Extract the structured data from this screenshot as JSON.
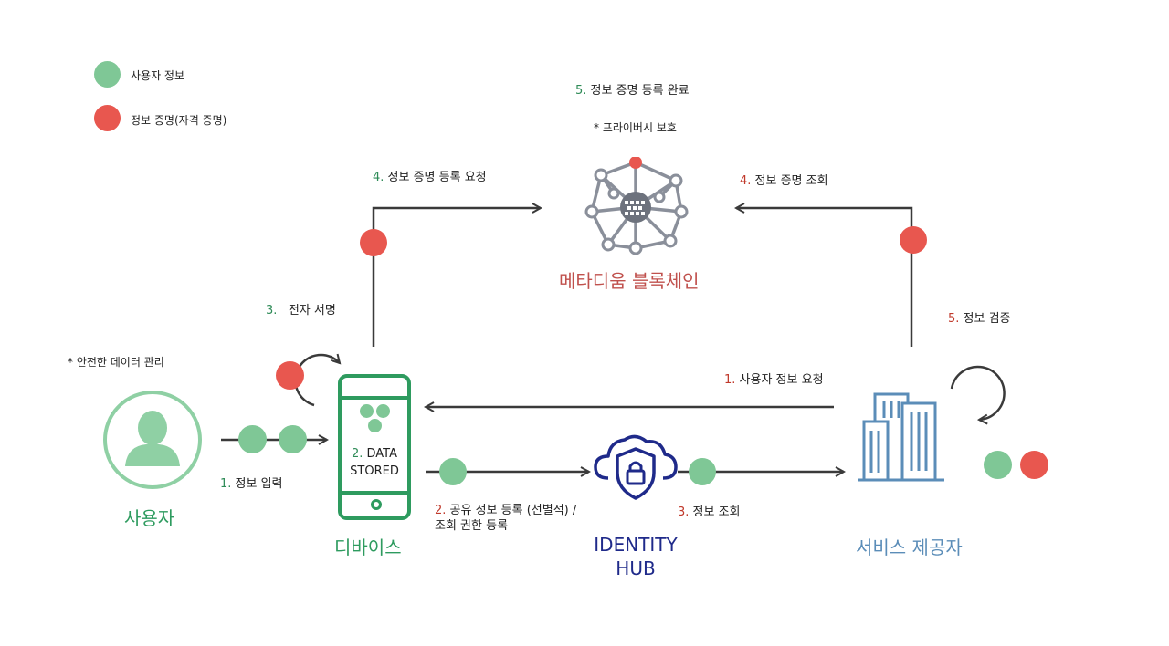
{
  "legend": {
    "user_info": "사용자 정보",
    "credential": "정보 증명(자격 증명)"
  },
  "top": {
    "step5_num": "5.",
    "step5_text": "정보 증명 등록 완료",
    "privacy": "* 프라이버시 보호"
  },
  "blockchain": {
    "label": "메타디움 블록체인"
  },
  "steps": {
    "register_req_num": "4.",
    "register_req_text": "정보 증명 등록 요청",
    "lookup_num": "4.",
    "lookup_text": "정보 증명 조회",
    "signature_num": "3.",
    "signature_text": "전자 서명",
    "verify_num": "5.",
    "verify_text": "정보 검증",
    "user_info_req_num": "1.",
    "user_info_req_text": "사용자 정보 요청",
    "input_num": "1.",
    "input_text": "정보 입력",
    "share_num": "2.",
    "share_text": "공유 정보 등록 (선별적) /",
    "share_text2": "조회 권한 등록",
    "view_num": "3.",
    "view_text": "정보 조회"
  },
  "user": {
    "note": "* 안전한 데이터  관리",
    "label": "사용자"
  },
  "device": {
    "screen_num": "2.",
    "screen_text1": "DATA",
    "screen_text2": "STORED",
    "label": "디바이스"
  },
  "hub": {
    "line1": "IDENTITY",
    "line2": "HUB"
  },
  "provider": {
    "label": "서비스 제공자"
  },
  "colors": {
    "green": "#7fc796",
    "red": "#e8574f",
    "device_green": "#2e9b5f",
    "hub_blue": "#1f2a8a",
    "provider_blue": "#5b8db8",
    "arrow": "#3a3a3a"
  }
}
